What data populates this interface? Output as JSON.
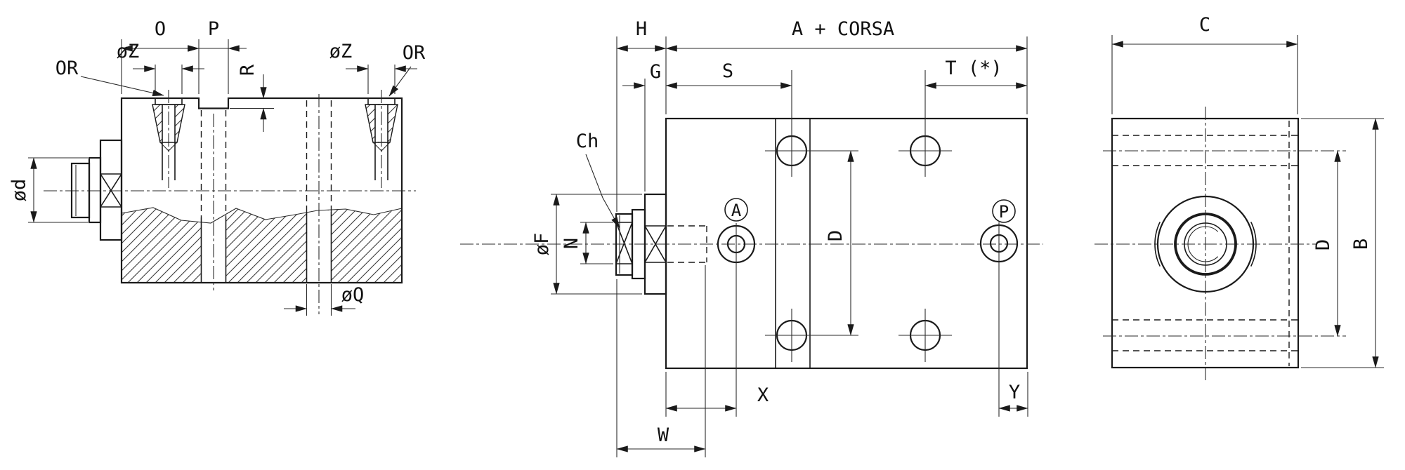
{
  "colors": {
    "line": "#1a1a1a",
    "background": "#ffffff"
  },
  "views": {
    "left": {
      "labels": {
        "o": "O",
        "p": "P",
        "r": "R",
        "oz_left": "øZ",
        "oz_right": "øZ",
        "or_left": "OR",
        "or_right": "OR",
        "od": "ød",
        "oq": "øQ"
      }
    },
    "middle": {
      "labels": {
        "h": "H",
        "a_corsa": "A + CORSA",
        "g": "G",
        "s": "S",
        "t": "T (*)",
        "ch": "Ch",
        "of": "øF",
        "n": "N",
        "port_a": "A",
        "port_p": "P",
        "d": "D",
        "x": "X",
        "y": "Y",
        "w": "W"
      }
    },
    "right": {
      "labels": {
        "c": "C",
        "d": "D",
        "b": "B"
      }
    }
  }
}
